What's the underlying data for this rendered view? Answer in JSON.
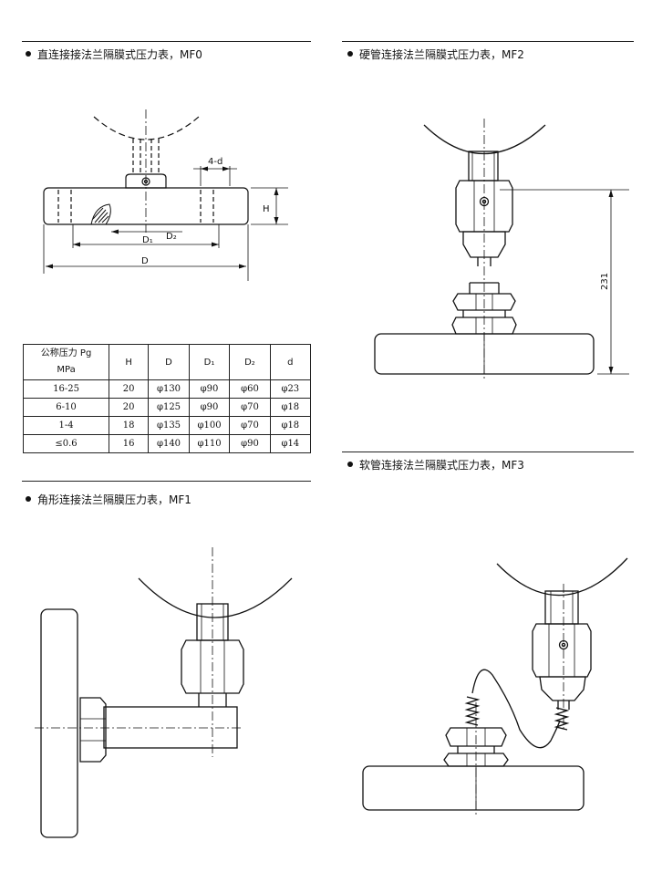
{
  "sections": {
    "mf0": {
      "title": "直连接接法兰隔膜式压力表，MF0"
    },
    "mf2": {
      "title": "硬管连接法兰隔膜式压力表，MF2"
    },
    "mf1": {
      "title": "角形连接法兰隔膜压力表，MF1"
    },
    "mf3": {
      "title": "软管连接法兰隔膜式压力表，MF3"
    }
  },
  "mf0_drawing": {
    "label_4d": "4-d",
    "label_H": "H",
    "label_D2": "D₂",
    "label_D1": "D₁",
    "label_D": "D"
  },
  "mf2_drawing": {
    "height_label": "231"
  },
  "spec_table": {
    "headers": {
      "pressure_line1": "公称压力 Pg",
      "pressure_line2": "MPa",
      "h": "H",
      "d_outer": "D",
      "d1": "D₁",
      "d2": "D₂",
      "d_hole": "d"
    },
    "rows": [
      {
        "pg": "16-25",
        "h": "20",
        "d": "φ130",
        "d1": "φ90",
        "d2": "φ60",
        "dh": "φ23"
      },
      {
        "pg": "6-10",
        "h": "20",
        "d": "φ125",
        "d1": "φ90",
        "d2": "φ70",
        "dh": "φ18"
      },
      {
        "pg": "1-4",
        "h": "18",
        "d": "φ135",
        "d1": "φ100",
        "d2": "φ70",
        "dh": "φ18"
      },
      {
        "pg": "≤0.6",
        "h": "16",
        "d": "φ140",
        "d1": "φ110",
        "d2": "φ90",
        "dh": "φ14"
      }
    ]
  }
}
